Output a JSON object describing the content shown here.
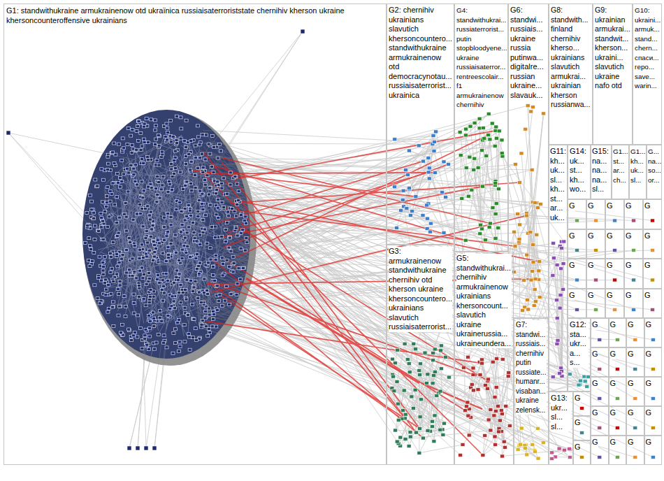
{
  "diagram": {
    "nodes": [
      {
        "text": [
          "G1: standwithukraine armukrainenow otd ukraïnica russiaisaterroriststate chernihiv kherson ukraine khersoncounteroffensive ukrainians"
        ]
      },
      {
        "text": [
          "G2: chernihiv ukrainians slavutich khersoncountero... standwithukraine armukrainenow otd democracynotau... russiaisaterrorist... ukrainica"
        ]
      },
      {
        "text": [
          "G4: standwithukrai... russiaterrorist... putin stopbloodyene... ukraine russiaisaterror... rentreescolair... f1 armukrainenow chernihiv"
        ]
      },
      {
        "text": [
          "G6: standwi... russiais... ukraine russia putinwa... digitalre... russian ukraine... slavauk..."
        ]
      },
      {
        "text": [
          "G8: standwith... finland chernihiv kherso... ukrainians slavutich armukrai... ukrainian kherson russianwa..."
        ]
      },
      {
        "text": [
          "G9: ukrainian armukrai... standwit... kherson... ukraini... slavutich ukraine nafo otd"
        ]
      },
      {
        "text": [
          "G10: ukraini... armuk... stand... chern... спаси... геро... save... warin..."
        ]
      },
      {
        "text": [
          "G11: kh... uk... sl... kh... st... ar... uk..."
        ]
      },
      {
        "text": [
          "G14: uk... st... kh... wo..."
        ]
      },
      {
        "text": [
          "G15: na... na... na... sl..."
        ]
      },
      {
        "text": [
          "G1... st... ar... ch..."
        ]
      },
      {
        "text": [
          "G1... kh... uk... sl..."
        ]
      },
      {
        "text": [
          "G... na... so... or..."
        ]
      },
      {
        "text": [
          "G"
        ]
      },
      {
        "text": [
          "G"
        ]
      },
      {
        "text": [
          "G"
        ]
      },
      {
        "text": [
          "G"
        ]
      },
      {
        "text": [
          "G"
        ]
      },
      {
        "text": [
          "G"
        ]
      },
      {
        "text": [
          "G"
        ]
      },
      {
        "text": [
          "G"
        ]
      },
      {
        "text": [
          "G"
        ]
      },
      {
        "text": [
          "G"
        ]
      },
      {
        "text": [
          "G"
        ]
      },
      {
        "text": [
          "G"
        ]
      },
      {
        "text": [
          "G"
        ]
      },
      {
        "text": [
          "G"
        ]
      },
      {
        "text": [
          "G"
        ]
      },
      {
        "text": [
          "G"
        ]
      },
      {
        "text": [
          "G"
        ]
      },
      {
        "text": [
          "G"
        ]
      },
      {
        "text": [
          "G"
        ]
      },
      {
        "text": [
          "G"
        ]
      },
      {
        "text": [
          "G3: armukrainenow standwithukraine chernihiv otd kherson ukraine khersoncountero... ukrainians slavutich russiaisaterrorist..."
        ]
      },
      {
        "text": [
          "G5: standwithukrai... chernihiv armukrainenow ukrainians khersoncount... slavutich ukraine ukrainerussia... ukraineundera..."
        ]
      },
      {
        "text": [
          "G7: standwi... russiais... chernihiv putin russiate... humanr... visaban... ukraine zelensk..."
        ]
      },
      {
        "text": [
          "G12: sta... ukr... a... s..."
        ]
      },
      {
        "text": [
          "G13: ukr... sl... sl..."
        ]
      },
      {
        "text": [
          "G"
        ]
      },
      {
        "text": [
          "G"
        ]
      },
      {
        "text": [
          "G"
        ]
      },
      {
        "text": [
          "G"
        ]
      },
      {
        "text": [
          "G"
        ]
      },
      {
        "text": [
          "G"
        ]
      },
      {
        "text": [
          "G"
        ]
      },
      {
        "text": [
          "G"
        ]
      },
      {
        "text": [
          "G"
        ]
      },
      {
        "text": [
          "G"
        ]
      },
      {
        "text": [
          "G"
        ]
      },
      {
        "text": [
          "G"
        ]
      },
      {
        "text": [
          "G"
        ]
      },
      {
        "text": [
          "G"
        ]
      },
      {
        "text": [
          "G"
        ]
      },
      {
        "text": [
          "G"
        ]
      },
      {
        "text": [
          "G"
        ]
      },
      {
        "text": [
          "G"
        ]
      },
      {
        "text": [
          "G"
        ]
      },
      {
        "text": [
          "G"
        ]
      },
      {
        "text": [
          "G"
        ]
      },
      {
        "text": [
          "G"
        ]
      },
      {
        "text": [
          "G"
        ]
      }
    ]
  }
}
